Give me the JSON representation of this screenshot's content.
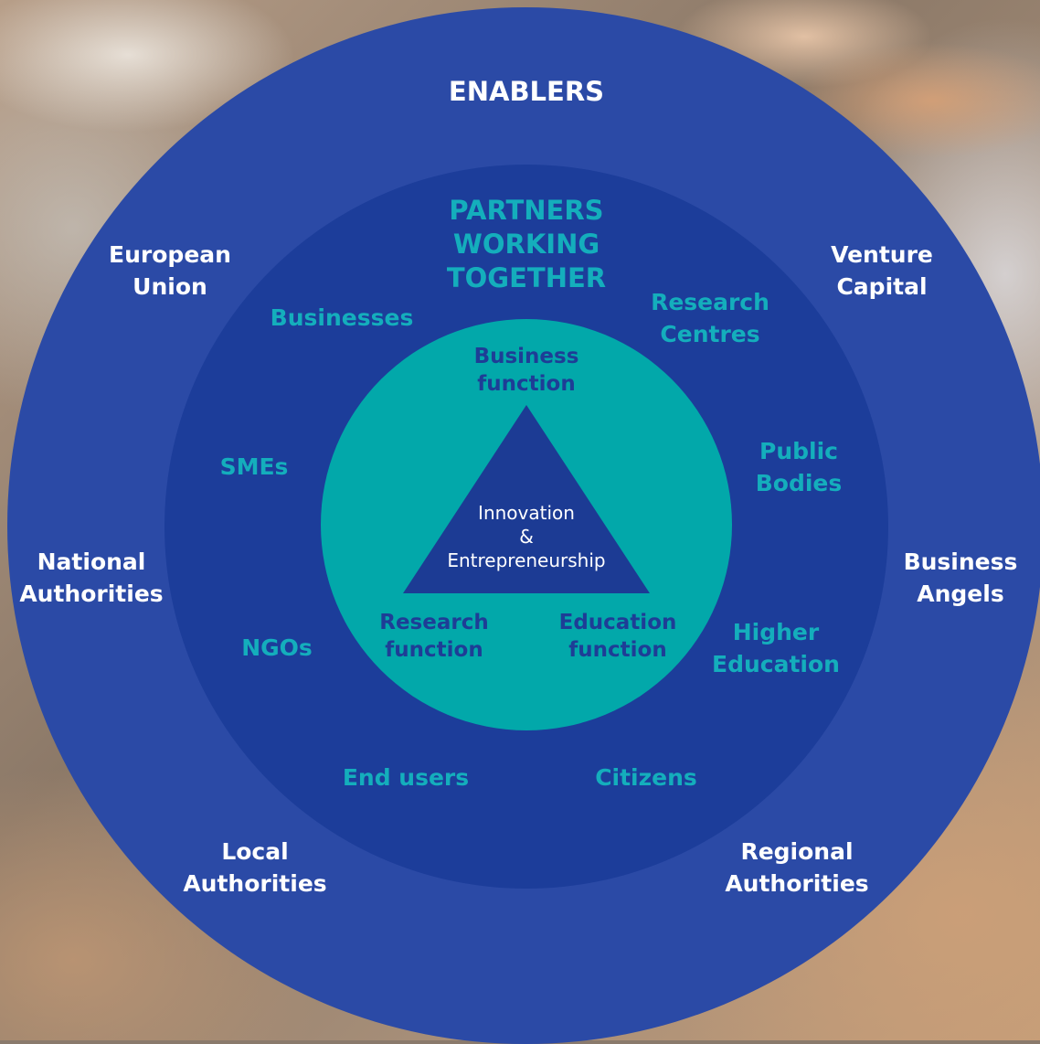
{
  "enablers": {
    "title": "ENABLERS",
    "european_union": "European\nUnion",
    "venture_capital": "Venture\nCapital",
    "national_authorities": "National\nAuthorities",
    "business_angels": "Business\nAngels",
    "local_authorities": "Local\nAuthorities",
    "regional_authorities": "Regional\nAuthorities"
  },
  "partners": {
    "title": "PARTNERS\nWORKING\nTOGETHER",
    "businesses": "Businesses",
    "research_centres": "Research\nCentres",
    "smes": "SMEs",
    "public_bodies": "Public\nBodies",
    "ngos": "NGOs",
    "higher_education": "Higher\nEducation",
    "end_users": "End users",
    "citizens": "Citizens"
  },
  "functions": {
    "business": "Business\nfunction",
    "research": "Research\nfunction",
    "education": "Education\nfunction"
  },
  "core": {
    "line1": "Innovation",
    "line2": "&",
    "line3": "Entrepreneurship"
  },
  "colors": {
    "outer_ring": "#2b4aa6",
    "middle_ring": "#1c3d9a",
    "inner_circle": "#02a8aa",
    "triangle": "#1c3b94",
    "teal_text": "#14aebc"
  }
}
